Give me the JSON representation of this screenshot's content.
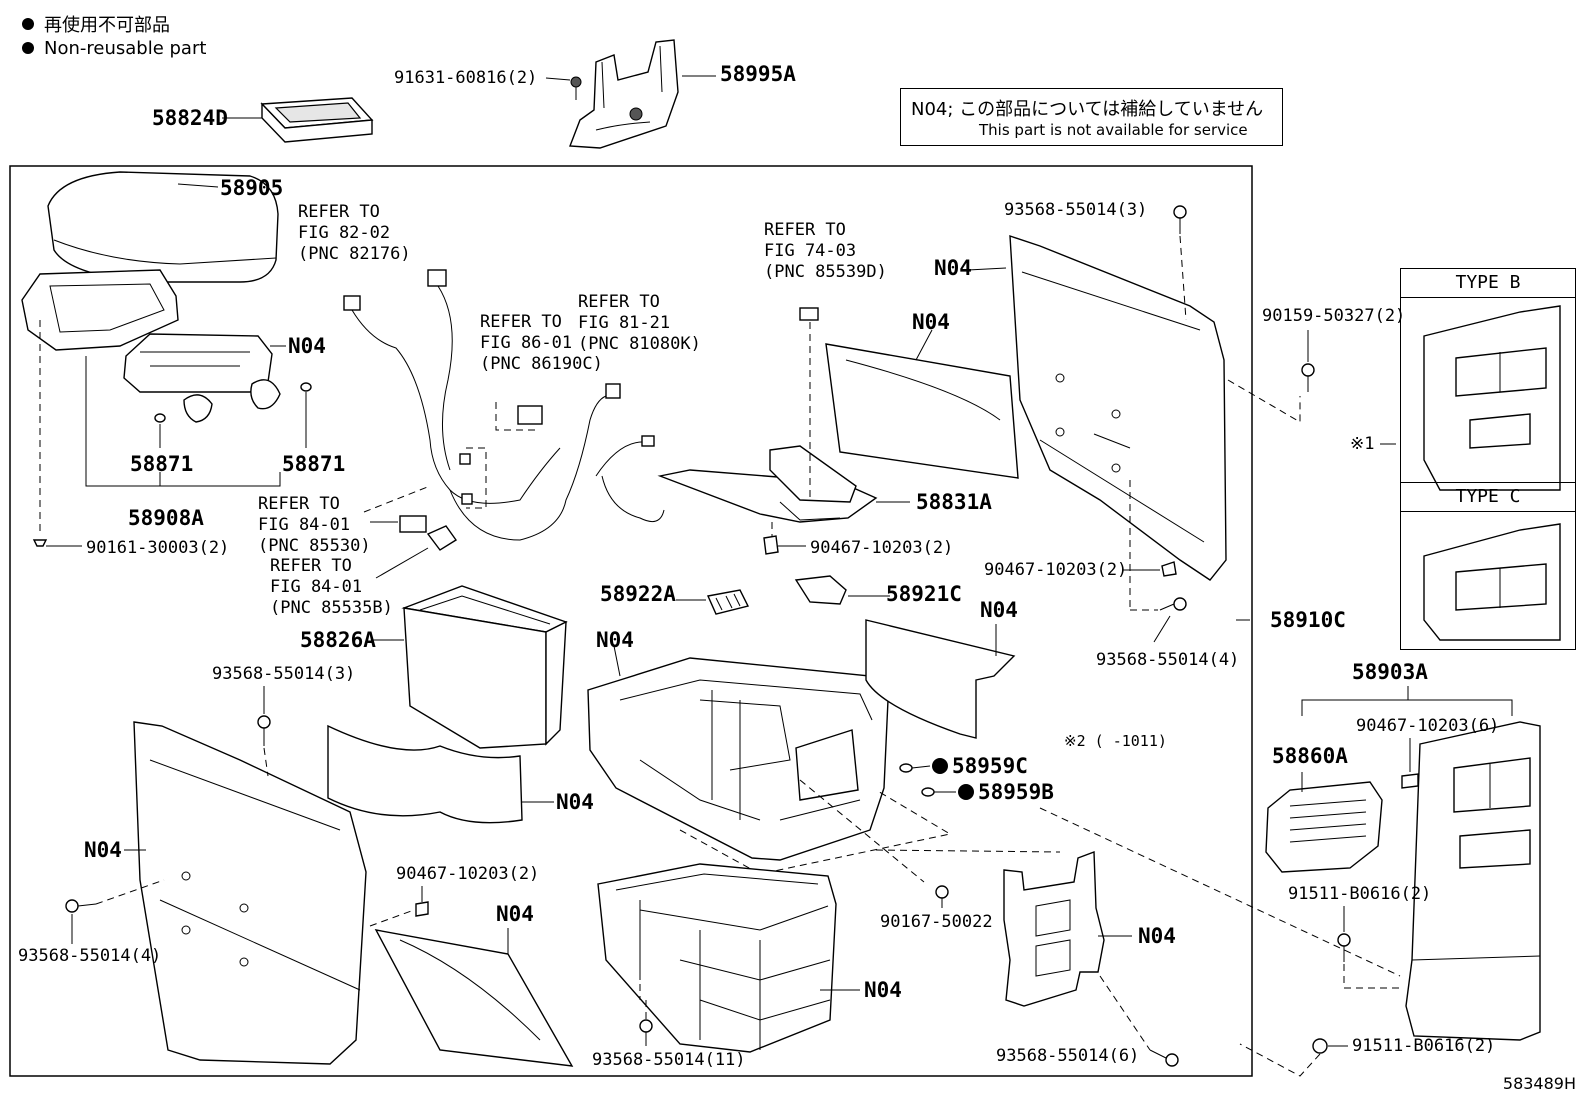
{
  "legend": {
    "jp": "再使用不可部品",
    "en": "Non-reusable part"
  },
  "notice": {
    "line1": "N04; この部品については補給していません",
    "line2": "This part is not available for service"
  },
  "type_boxes": {
    "b": "TYPE B",
    "c": "TYPE C"
  },
  "note_mark1": "※1",
  "note_range": "※2 (   -1011)",
  "diagram_id": "583489H",
  "labels": {
    "p91631": "91631-60816(2)",
    "p58995A": "58995A",
    "p58824D": "58824D",
    "p58905": "58905",
    "n04_tray": "N04",
    "p58871a": "58871",
    "p58871b": "58871",
    "p58908A": "58908A",
    "p90161": "90161-30003(2)",
    "ref82": "REFER TO\nFIG 82-02\n(PNC 82176)",
    "ref86": "REFER TO\nFIG 86-01\n(PNC 86190C)",
    "ref81": "REFER TO\nFIG 81-21\n(PNC 81080K)",
    "ref74": "REFER TO\nFIG 74-03\n(PNC 85539D)",
    "ref84a": "REFER TO\nFIG 84-01\n(PNC 85530)",
    "ref84b": "REFER TO\nFIG 84-01\n(PNC 85535B)",
    "n04_top_left": "N04",
    "n04_panel": "N04",
    "p93568_3a": "93568-55014(3)",
    "p90159": "90159-50327(2)",
    "p58831A": "58831A",
    "p90467_a": "90467-10203(2)",
    "p90467_b": "90467-10203(2)",
    "p58922A": "58922A",
    "p58921C": "58921C",
    "n04_right_liner": "N04",
    "p58910C": "58910C",
    "p93568_4a": "93568-55014(4)",
    "p58826A": "58826A",
    "n04_center": "N04",
    "p93568_3b": "93568-55014(3)",
    "n04_liner": "N04",
    "p58959C": "58959C",
    "p58959B": "58959B",
    "n04_left_panel": "N04",
    "p93568_4b": "93568-55014(4)",
    "p90467_c": "90467-10203(2)",
    "n04_lower_panel": "N04",
    "p90167": "90167-50022",
    "n04_bracket": "N04",
    "n04_lower_box": "N04",
    "p93568_11": "93568-55014(11)",
    "p93568_6": "93568-55014(6)",
    "p58903A": "58903A",
    "p90467_6": "90467-10203(6)",
    "p58860A": "58860A",
    "p91511_a": "91511-B0616(2)",
    "p91511_b": "91511-B0616(2)"
  }
}
